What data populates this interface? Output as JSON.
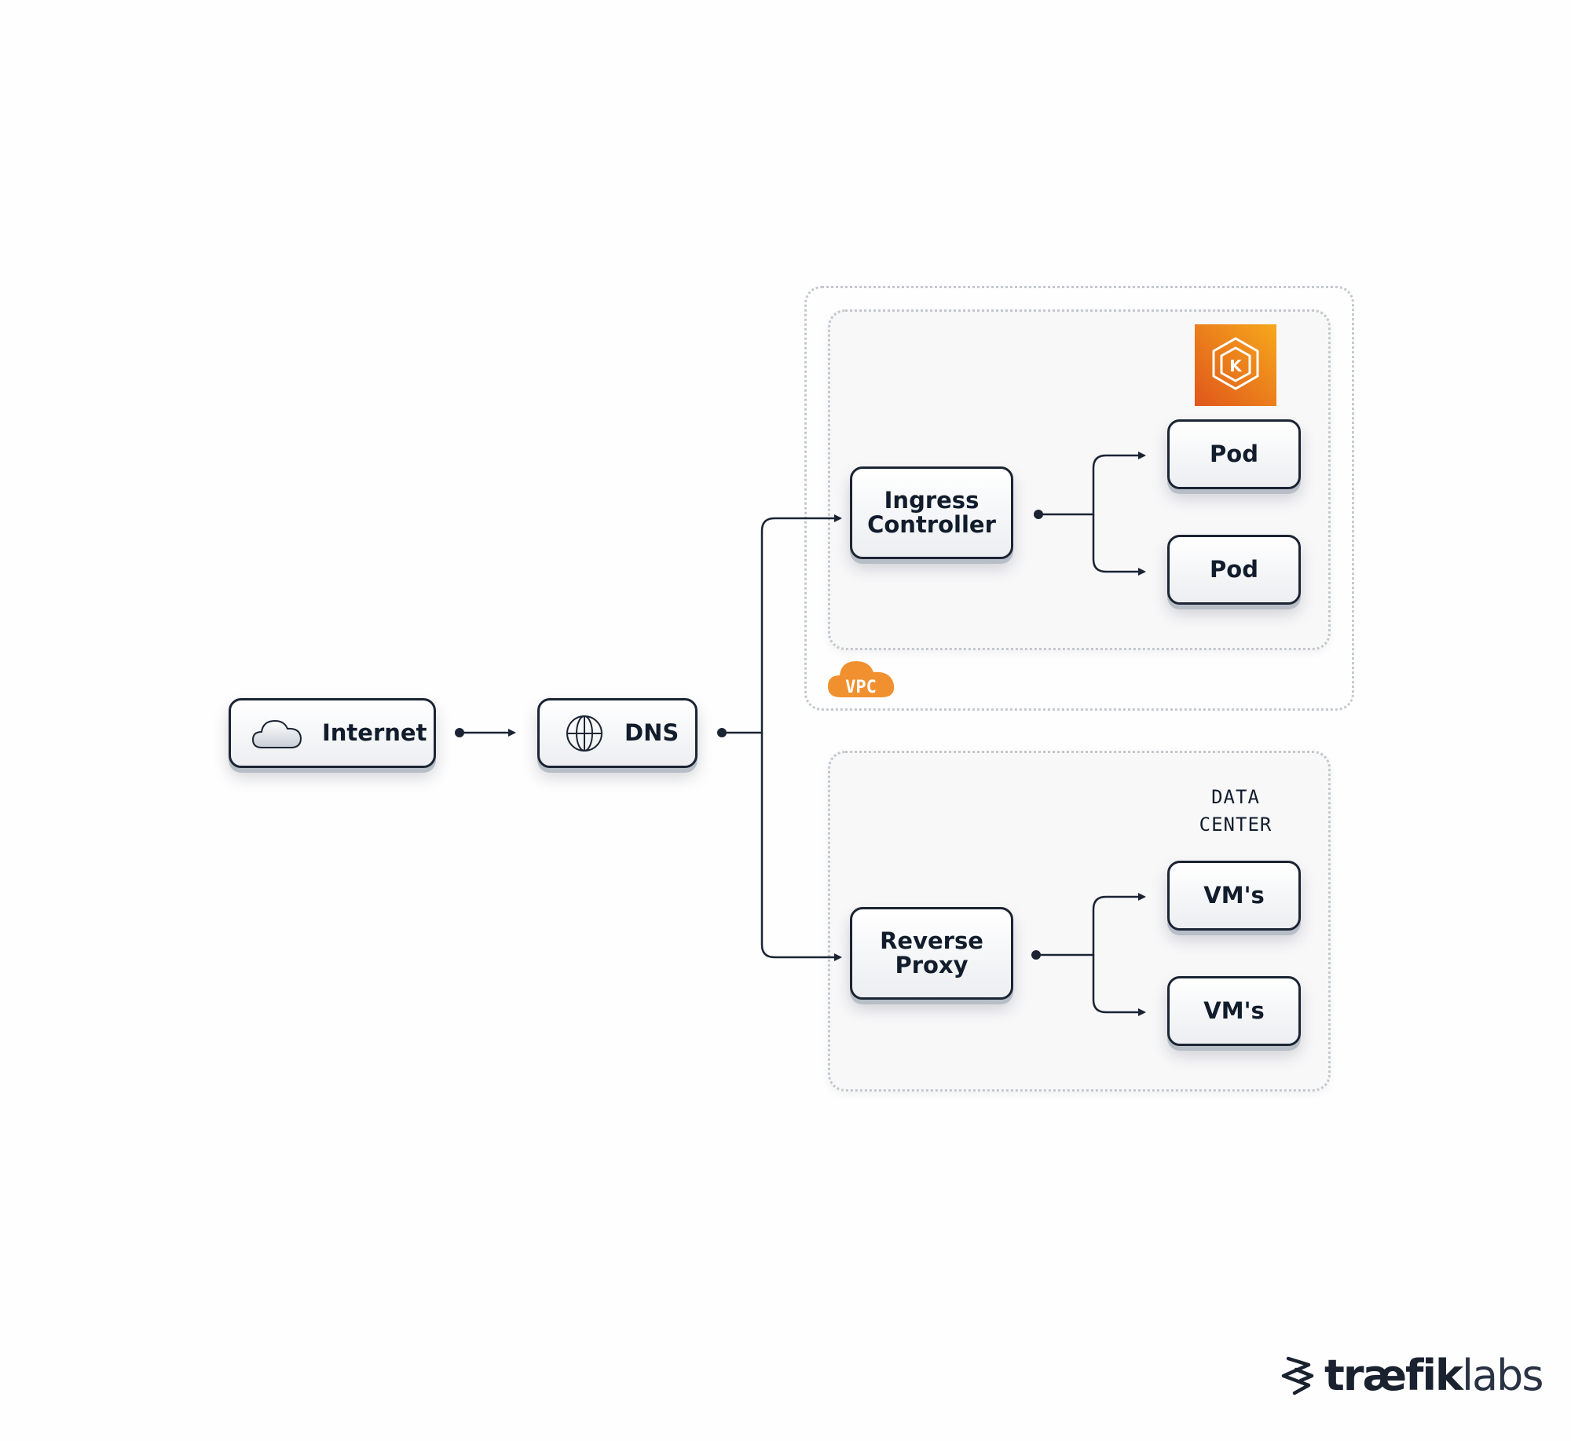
{
  "nodes": {
    "internet": "Internet",
    "dns": "DNS",
    "ingress_controller": "Ingress\nController",
    "pod_1": "Pod",
    "pod_2": "Pod",
    "reverse_proxy": "Reverse\nProxy",
    "vms_1": "VM's",
    "vms_2": "VM's"
  },
  "zones": {
    "vpc_label": "VPC",
    "data_center_label": "DATA\nCENTER",
    "kubernetes_icon": "kubernetes-eks-icon"
  },
  "branding": {
    "name_bold": "træfik",
    "name_light": "labs",
    "logo_icon": "traefik-logo-icon"
  },
  "colors": {
    "accent_orange": "#f0902f",
    "eks_gradient_start": "#e5631c",
    "eks_gradient_end": "#f4a51c",
    "line": "#1b2433"
  }
}
